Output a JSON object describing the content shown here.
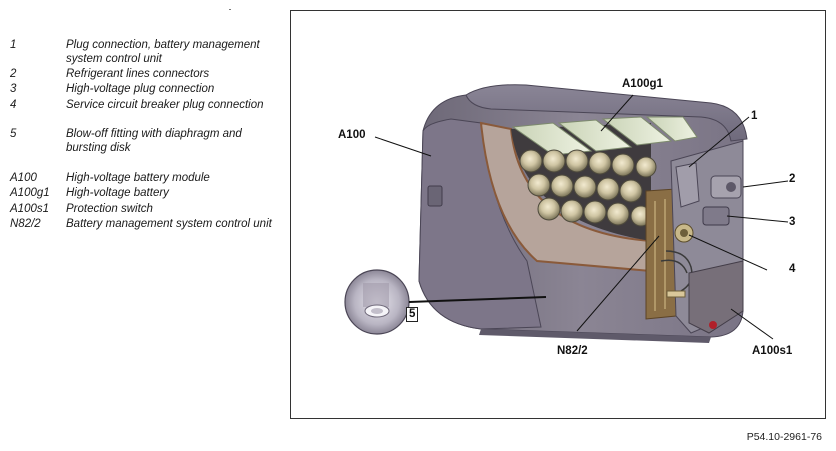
{
  "legend": [
    {
      "key": "1",
      "text": "Plug connection, battery management system control unit"
    },
    {
      "key": "2",
      "text": "Refrigerant lines connectors"
    },
    {
      "key": "3",
      "text": "High-voltage plug connection"
    },
    {
      "key": "4",
      "text": "Service circuit breaker plug connection"
    },
    {
      "key": "5",
      "text": "Blow-off fitting with diaphragm and bursting disk"
    },
    {
      "key": "A100",
      "text": "High-voltage battery module"
    },
    {
      "key": "A100g1",
      "text": "High-voltage battery"
    },
    {
      "key": "A100s1",
      "text": "Protection switch"
    },
    {
      "key": "N82/2",
      "text": "Battery management system control unit"
    }
  ],
  "figure": {
    "callouts": {
      "a100g1": "A100g1",
      "a100": "A100",
      "c1": "1",
      "c2": "2",
      "c3": "3",
      "c4": "4",
      "c5": "5",
      "n82": "N82/2",
      "a100s1": "A100s1"
    }
  },
  "reference": "P54.10-2961-76"
}
